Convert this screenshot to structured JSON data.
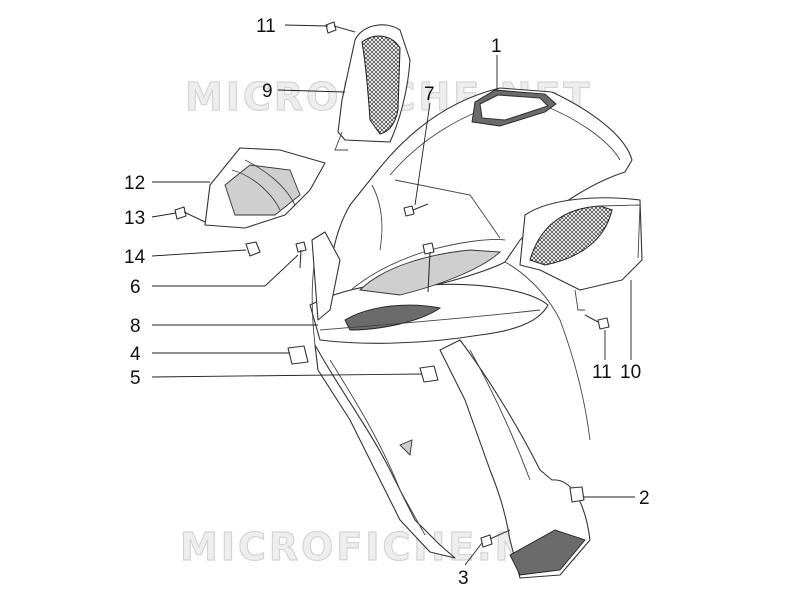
{
  "watermark": "MICROFICHE.NET",
  "callouts": {
    "c1": "1",
    "c2": "2",
    "c3": "3",
    "c4": "4",
    "c5": "5",
    "c6": "6",
    "c7": "7",
    "c8": "8",
    "c9": "9",
    "c10": "10",
    "c11a": "11",
    "c11b": "11",
    "c12": "12",
    "c13": "13",
    "c14": "14"
  }
}
